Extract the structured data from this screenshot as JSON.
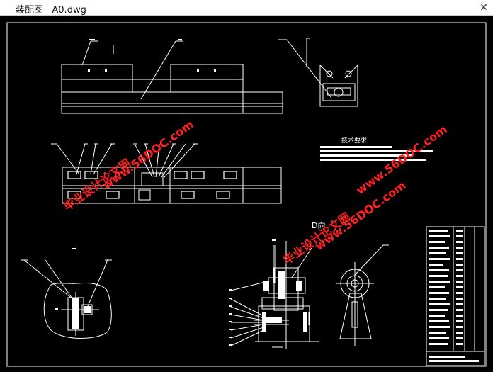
{
  "window": {
    "title": "装配图   A0.dwg",
    "close_icon": "close-icon"
  },
  "drawing": {
    "tech_requirements_heading": "技术要求:",
    "view_label_d": "D向",
    "watermarks": [
      {
        "line1": "毕业设计论文网",
        "line2": "www.56DOC.com"
      },
      {
        "line1": "毕业设计论文网",
        "line2": "www.56DOC.com"
      },
      {
        "line1": "www.56DOC.com"
      }
    ]
  },
  "colors": {
    "background": "#000000",
    "line": "#ffffff",
    "watermark": "#ff2020"
  }
}
